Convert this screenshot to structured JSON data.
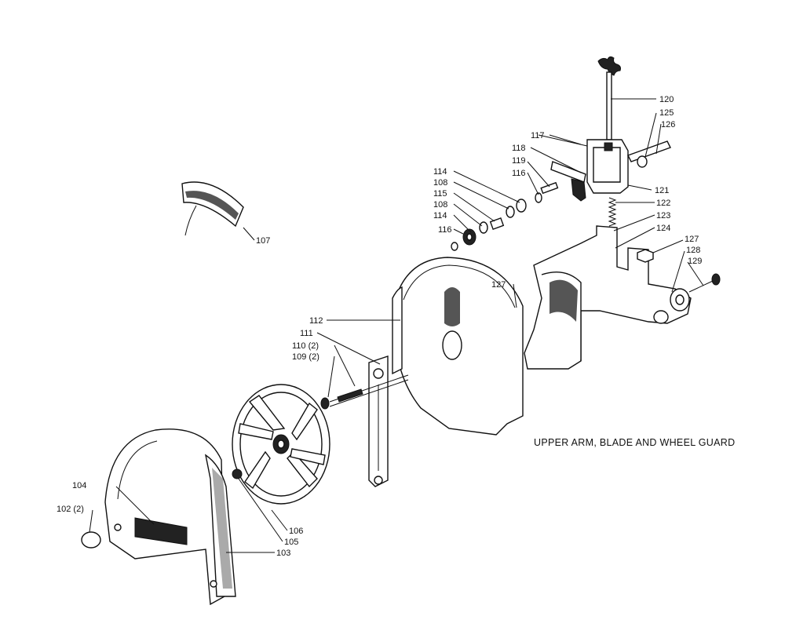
{
  "caption": "UPPER ARM, BLADE AND WHEEL GUARD",
  "labels": {
    "p120": "120",
    "p125": "125",
    "p126": "126",
    "p117": "117",
    "p118": "118",
    "p119": "119",
    "p116a": "116",
    "p114a": "114",
    "p108a": "108",
    "p115": "115",
    "p108b": "108",
    "p114b": "114",
    "p116b": "116",
    "p121": "121",
    "p122": "122",
    "p123": "123",
    "p124": "124",
    "p127a": "127",
    "p128": "128",
    "p129": "129",
    "p127b": "127",
    "p107": "107",
    "p112": "112",
    "p111": "111",
    "p110": "110 (2)",
    "p109": "109 (2)",
    "p104": "104",
    "p102": "102 (2)",
    "p106": "106",
    "p105": "105",
    "p103": "103"
  }
}
